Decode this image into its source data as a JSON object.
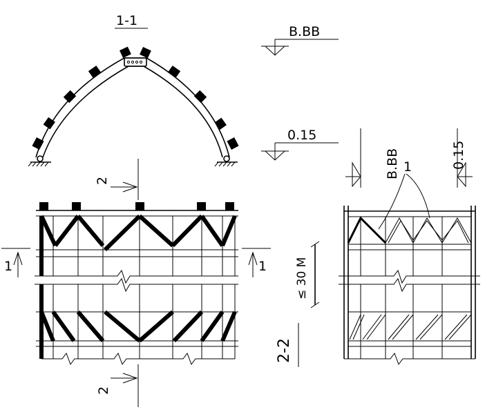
{
  "labels": {
    "section_1_1": "1-1",
    "elevation_top": "B.BB",
    "elevation_base": "0.15",
    "elevation_top_vertical": "B.BB",
    "elevation_base_vertical": "0.15",
    "section_2_top": "2",
    "section_2_bottom": "2",
    "section_1_left": "1",
    "section_1_right": "1",
    "section_2_2": "2-2",
    "spacing_note": "≤ 30 M",
    "callout_1": "1"
  }
}
